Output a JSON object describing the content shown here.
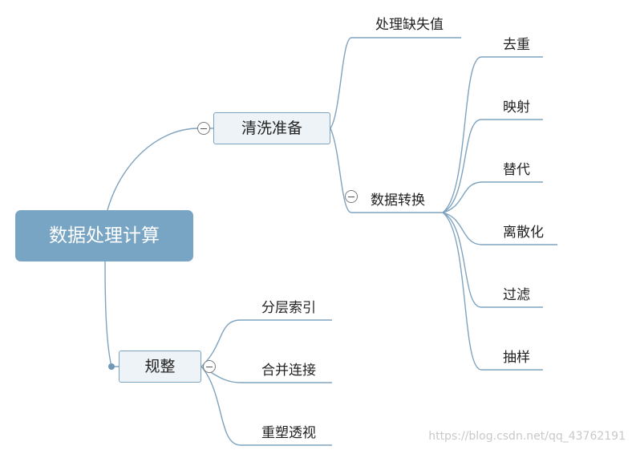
{
  "mindmap": {
    "root": "数据处理计算",
    "branch_clean": {
      "label": "清洗准备",
      "children": {
        "missing": "处理缺失值",
        "transform": {
          "label": "数据转换",
          "children": [
            "去重",
            "映射",
            "替代",
            "离散化",
            "过滤",
            "抽样"
          ]
        }
      }
    },
    "branch_reshape": {
      "label": "规整",
      "children": [
        "分层索引",
        "合并连接",
        "重塑透视"
      ]
    }
  },
  "colors": {
    "root_fill": "#79a5c4",
    "node_fill": "#eef3f7",
    "line": "#7fa3bf"
  },
  "watermark": "https://blog.csdn.net/qq_43762191"
}
